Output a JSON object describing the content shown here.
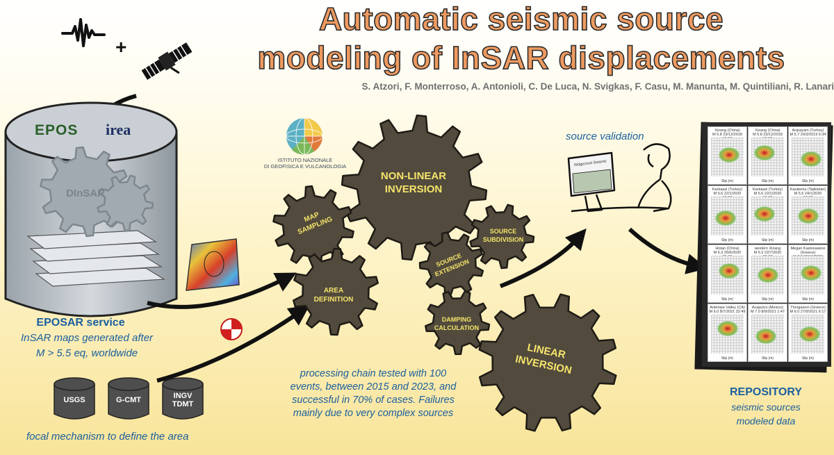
{
  "title": {
    "line1": "Automatic seismic source",
    "line2": "modeling of InSAR displacements"
  },
  "authors": "S. Atzori, F. Monterroso, A. Antonioli, C. De Luca, N. Svigkas, F. Casu, M. Manunta, M. Quintiliani, R. Lanari",
  "plus_sign": "+",
  "database": {
    "gear_label": "DInSAR",
    "logo_epos": "EPOS",
    "logo_irea": "irea"
  },
  "eposar": {
    "name": "EPOSAR service",
    "line1": "InSAR maps generated after",
    "line2": "M > 5.5 eq, worldwide"
  },
  "catalogs": [
    {
      "label": "USGS"
    },
    {
      "label": "G-CMT"
    },
    {
      "label": "INGV\nTDMT"
    }
  ],
  "focal_caption": "focal mechanism to define the area",
  "ingv": {
    "line1": "ISTITUTO NAZIONALE",
    "line2": "DI GEOFISICA E VULCANOLOGIA"
  },
  "gears": {
    "nonlinear": "NON-LINEAR\nINVERSION",
    "map_sampling": "MAP\nSAMPLING",
    "area_definition": "AREA\nDEFINITION",
    "source_subdivision": "SOURCE\nSUBDIVISION",
    "source_extension": "SOURCE\nEXTENSION",
    "damping": "DAMPING\nCALCULATION",
    "linear": "LINEAR\nINVERSION"
  },
  "processing_note": {
    "line1": "processing chain tested with 100",
    "line2": "events, between 2015 and 2023, and",
    "line3": "successful in 70% of cases. Failures",
    "line4": "mainly due to very complex sources"
  },
  "validation": {
    "label": "source validation",
    "screen_title": "Ridgecrest Seismic"
  },
  "repository": {
    "title": "REPOSITORY",
    "line1": "seismic sources",
    "line2": "modeled data"
  },
  "panels": [
    {
      "title": "Xizang (China)\nM 5.8 23/12/2018 19:37",
      "axis": "Slip (m)"
    },
    {
      "title": "Xizang (China)\nM 5.8 23/12/2018 19:32",
      "axis": "Slip (m)"
    },
    {
      "title": "Acipayam (Turkey)\nM 5.7 20/3/2019 6:34",
      "axis": "Slip (m)"
    },
    {
      "title": "Karkaasi (Turkey)\nM 5.6 22/1/2020 19:22",
      "axis": "Slip (m)"
    },
    {
      "title": "Karkaasi (Turkey)\nM 5.6 22/1/2020 19:22",
      "axis": "Slip (m)"
    },
    {
      "title": "Karakeria (Tajikistan)\nM 5.5 24/1/2020 17:38",
      "axis": "Slip (m)"
    },
    {
      "title": "Hotan (China)\nM 6.3 25/6/2020 21:05",
      "axis": "Slip (m)"
    },
    {
      "title": "western Xizang\nM 6.3 22/7/2020 20:07",
      "axis": "Slip (m)"
    },
    {
      "title": "Megan Kastovaskoe (Greece)\nM 7.0 30/10/2020 11:51",
      "axis": "Slip (m)"
    },
    {
      "title": "Antelope Valley (CA)\nM 6.0 8/7/2021 22:49",
      "axis": "Slip (m)"
    },
    {
      "title": "Acapulco (Mexico)\nM 7.0 8/9/2021 1:47",
      "axis": "Slip (m)"
    },
    {
      "title": "Thorgasion (Greece)\nM 6.0 27/9/2021 6:17",
      "axis": "Slip (m)"
    }
  ],
  "colors": {
    "gear": "#514a3d",
    "gear_stroke": "#1e1b15",
    "gear_text": "#f6e46a",
    "title_fill": "#ee9a60",
    "blue": "#1a5f9e"
  }
}
